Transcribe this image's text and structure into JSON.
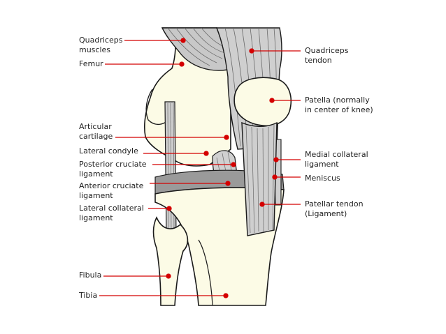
{
  "colors": {
    "bone": "#fcfbe6",
    "muscle": "#c8c8c8",
    "muscle_dark": "#9a9a9a",
    "outline": "#1a1a1a",
    "leader": "#d40000",
    "text": "#222222"
  },
  "labels": {
    "quadriceps_muscles": [
      "Quadriceps",
      "muscles"
    ],
    "femur": [
      "Femur"
    ],
    "articular_cartilage": [
      "Articular",
      "cartilage"
    ],
    "lateral_condyle": [
      "Lateral condyle"
    ],
    "posterior_cruciate": [
      "Posterior cruciate",
      "ligament"
    ],
    "anterior_cruciate": [
      "Anterior cruciate",
      "ligament"
    ],
    "lateral_collateral": [
      "Lateral collateral",
      "ligament"
    ],
    "fibula": [
      "Fibula"
    ],
    "tibia": [
      "Tibia"
    ],
    "quadriceps_tendon": [
      "Quadriceps",
      "tendon"
    ],
    "patella": [
      "Patella (normally",
      "in center of knee)"
    ],
    "medial_collateral": [
      "Medial collateral",
      "ligament"
    ],
    "meniscus": [
      "Meniscus"
    ],
    "patellar_tendon": [
      "Patellar tendon",
      "(Ligament)"
    ]
  }
}
